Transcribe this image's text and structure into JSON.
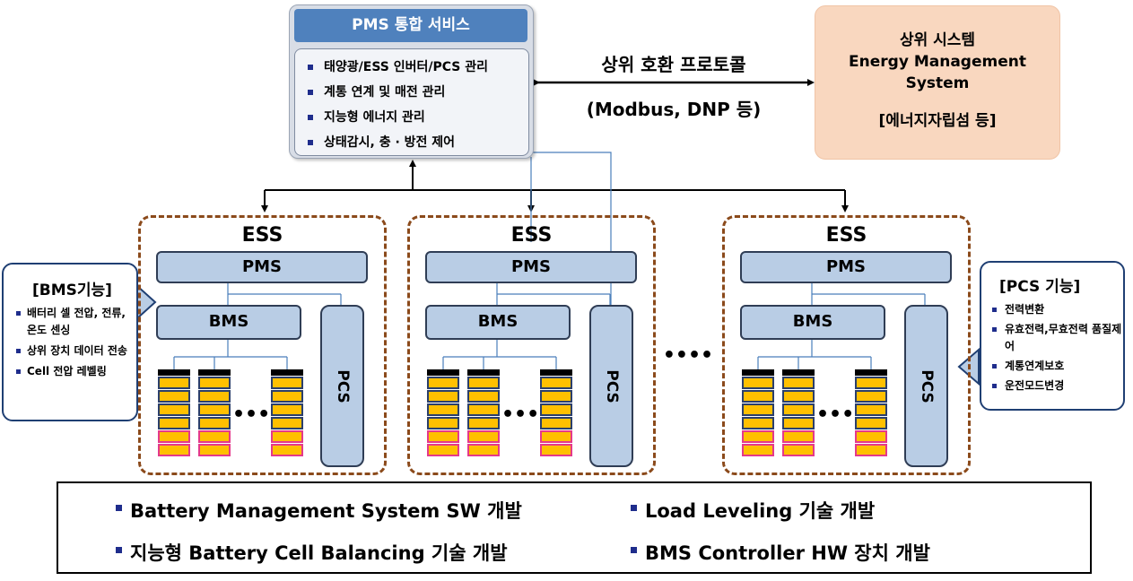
{
  "pms_service": {
    "title": "PMS 통합 서비스",
    "items": [
      "태양광/ESS 인버터/PCS 관리",
      "계통 연계 및 매전 관리",
      "지능형 에너지 관리",
      "상태감시, 충 · 방전 제어"
    ]
  },
  "protocol": {
    "line1": "상위 호환 프로토콜",
    "line2": "(Modbus, DNP 등)"
  },
  "upper_system": {
    "line1": "상위 시스템",
    "line2": "Energy Management",
    "line3": "System",
    "line4": "[에너지자립섬 등]"
  },
  "ess_units": [
    {
      "title": "ESS",
      "pms": "PMS",
      "bms": "BMS",
      "pcs": "PCS",
      "ellipsis": "•••"
    },
    {
      "title": "ESS",
      "pms": "PMS",
      "bms": "BMS",
      "pcs": "PCS",
      "ellipsis": "•••"
    },
    {
      "title": "ESS",
      "pms": "PMS",
      "bms": "BMS",
      "pcs": "PCS",
      "ellipsis": "•••"
    }
  ],
  "between_dots": "••••",
  "bms_callout": {
    "title": "[BMS기능]",
    "items": [
      "배터리 셀 전압, 전류, 온도 센싱",
      "상위 장치 데이터 전송",
      "Cell 전압 레벨링"
    ]
  },
  "pcs_callout": {
    "title": "[PCS 기능]",
    "items": [
      "전력변환",
      "유효전력,무효전력 품질제어",
      "계통연계보호",
      "운전모드변경"
    ]
  },
  "goals": [
    "Battery Management System SW 개발",
    "Load Leveling 기술 개발",
    "지능형 Battery Cell Balancing 기술 개발",
    "BMS Controller HW 장치 개발"
  ],
  "colors": {
    "pms_header": "#4f81bd",
    "block_fill": "#b9cde5",
    "ess_border": "#8b4a1b",
    "upper_fill": "#f9d7bf",
    "cell_fill": "#ffc000"
  }
}
